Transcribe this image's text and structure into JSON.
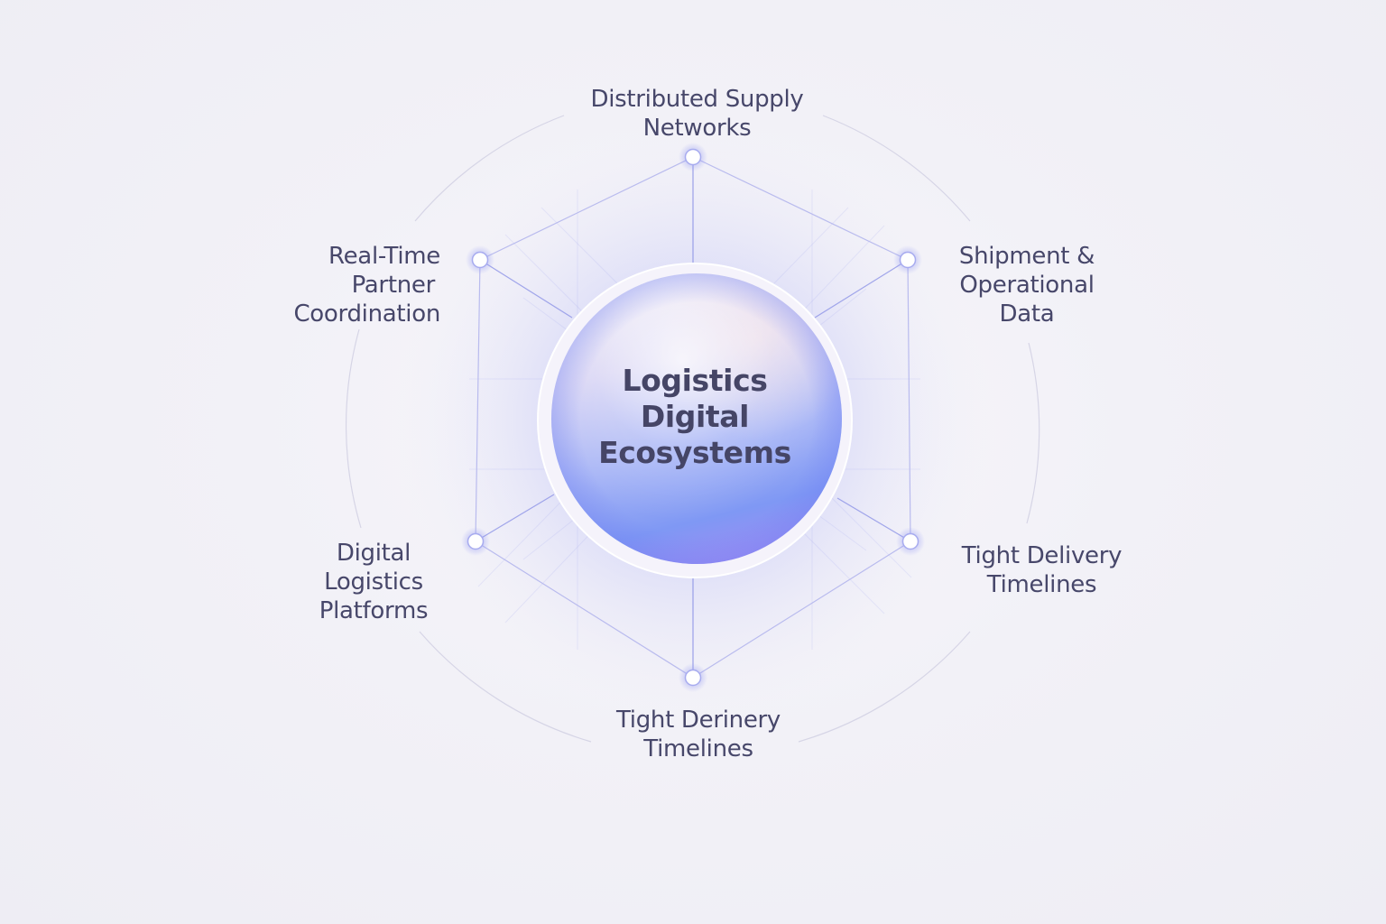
{
  "hub": {
    "title_lines": [
      "Logistics",
      "Digital",
      "Ecosystems"
    ]
  },
  "nodes": [
    {
      "id": "top",
      "lines": [
        "Distributed Supply",
        "Networks"
      ]
    },
    {
      "id": "upper-right",
      "lines": [
        "Shipment &",
        "Operational",
        "Data"
      ]
    },
    {
      "id": "lower-right",
      "lines": [
        "Tight Delivery",
        "Timelines"
      ]
    },
    {
      "id": "bottom",
      "lines": [
        "Tight Derinery",
        "Timelines"
      ]
    },
    {
      "id": "lower-left",
      "lines": [
        "Digital",
        "Logistics",
        "Platforms"
      ]
    },
    {
      "id": "upper-left",
      "lines": [
        "Real-Time",
        "Partner",
        "Coordination"
      ]
    }
  ],
  "colors": {
    "text": "#47476a",
    "title": "#454566",
    "accent": "#7b8cf5",
    "accent_purple": "#a98cf7",
    "connector": "#8d93e6",
    "ring": "#d9d8e8",
    "background": "#f1f0f6"
  }
}
